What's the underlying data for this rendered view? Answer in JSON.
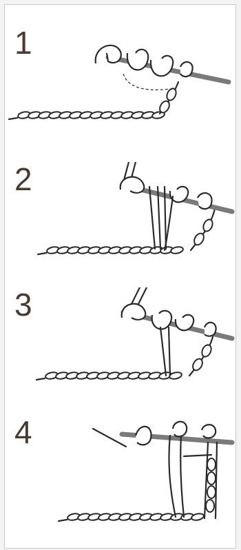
{
  "steps": [
    {
      "number": "1",
      "icon": "crochet-step-yarn-over-insert-icon"
    },
    {
      "number": "2",
      "icon": "crochet-step-pull-through-icon"
    },
    {
      "number": "3",
      "icon": "crochet-step-yarn-over-again-icon"
    },
    {
      "number": "4",
      "icon": "crochet-step-complete-stitch-icon"
    }
  ],
  "colors": {
    "ink": "#2a2a2a",
    "number": "#4a3a30",
    "hook": "#7a7a7a",
    "frame": "#c9c9c9"
  }
}
